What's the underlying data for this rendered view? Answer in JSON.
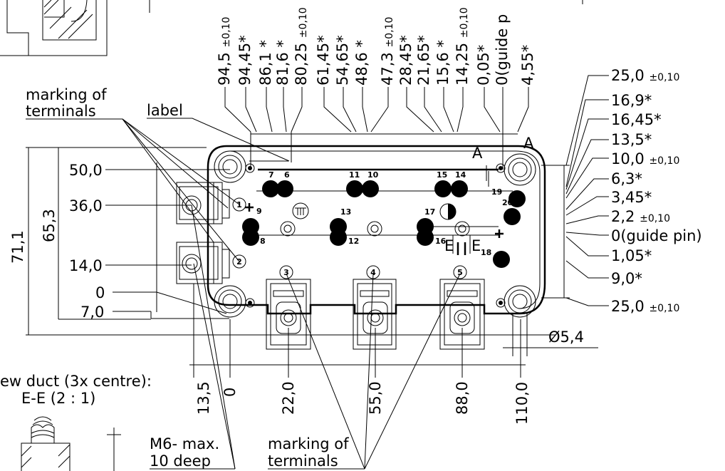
{
  "notes": {
    "marking_terminals_top_1": "marking of",
    "marking_terminals_top_2": "terminals",
    "label": "label",
    "screw_duct_1": "ew duct (3x centre):",
    "screw_duct_2": "E-E  (2 : 1)",
    "m6_1": "M6- max.",
    "m6_2": "10 deep",
    "marking_terminals_bottom_1": "marking of",
    "marking_terminals_bottom_2": "terminals",
    "section_a_left": "A",
    "section_a_right": "A",
    "section_e_left": "E",
    "section_e_right": "E"
  },
  "top_dims": [
    {
      "value": "94,5",
      "tol": "±0,10"
    },
    {
      "value": "94,45*",
      "tol": ""
    },
    {
      "value": "86,1 *",
      "tol": ""
    },
    {
      "value": "81,6 *",
      "tol": ""
    },
    {
      "value": "80,25",
      "tol": "±0,10"
    },
    {
      "value": "61,45*",
      "tol": ""
    },
    {
      "value": "54,65*",
      "tol": ""
    },
    {
      "value": "48,6 *",
      "tol": ""
    },
    {
      "value": "47,3",
      "tol": "±0,10"
    },
    {
      "value": "28,45*",
      "tol": ""
    },
    {
      "value": "21,65*",
      "tol": ""
    },
    {
      "value": "15,6 *",
      "tol": ""
    },
    {
      "value": "14,25",
      "tol": "±0,10"
    },
    {
      "value": "0,05*",
      "tol": ""
    },
    {
      "value": "0(guide p",
      "tol": ""
    },
    {
      "value": "4,55*",
      "tol": ""
    }
  ],
  "right_dims": [
    {
      "value": "25,0",
      "tol": "±0,10"
    },
    {
      "value": "16,9*",
      "tol": ""
    },
    {
      "value": "16,45*",
      "tol": ""
    },
    {
      "value": "13,5*",
      "tol": ""
    },
    {
      "value": "10,0",
      "tol": "±0,10"
    },
    {
      "value": "6,3*",
      "tol": ""
    },
    {
      "value": "3,45*",
      "tol": ""
    },
    {
      "value": "2,2",
      "tol": "±0,10"
    },
    {
      "value": "0(guide pin)",
      "tol": ""
    },
    {
      "value": "1,05*",
      "tol": ""
    },
    {
      "value": "9,0*",
      "tol": ""
    },
    {
      "value": "25,0",
      "tol": "±0,10"
    }
  ],
  "left_dims": [
    "50,0",
    "36,0",
    "14,0",
    "0",
    "7,0"
  ],
  "height_dims": [
    "71,1",
    "65,3"
  ],
  "bottom_dims": [
    "13,5",
    "0",
    "22,0",
    "55,0",
    "88,0",
    "110,0"
  ],
  "diameter": "Ø5,4",
  "pins": [
    "7",
    "6",
    "11",
    "10",
    "15",
    "14",
    "19",
    "9",
    "13",
    "17",
    "20",
    "8",
    "12",
    "16",
    "18"
  ],
  "terminals": [
    "1",
    "2",
    "3",
    "4",
    "5"
  ]
}
